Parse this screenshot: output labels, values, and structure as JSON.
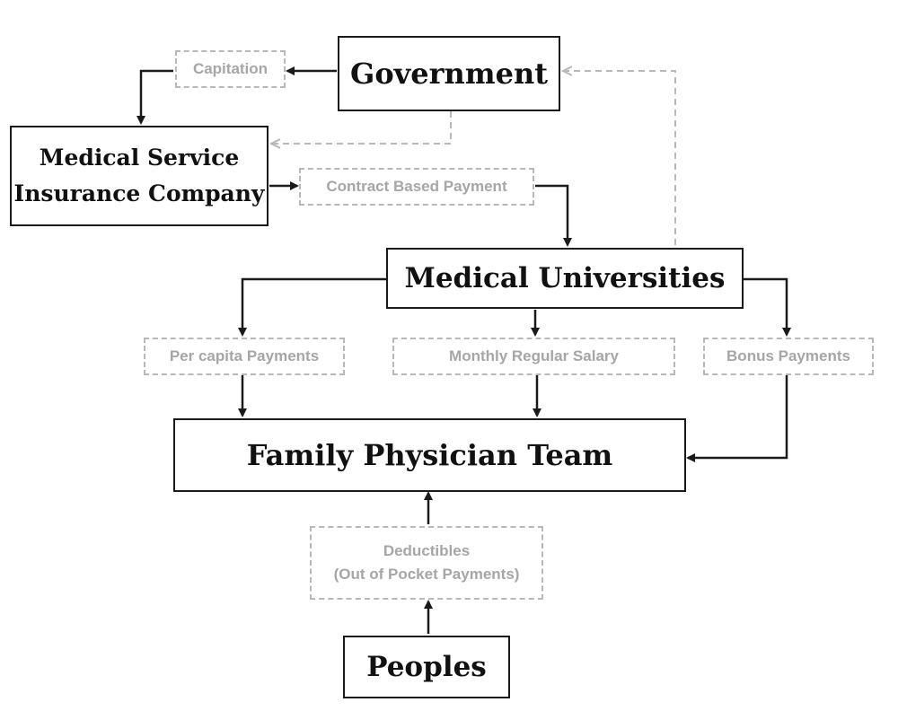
{
  "nodes": {
    "government": "Government",
    "insurance": "Medical Service\nInsurance  Company",
    "universities": "Medical Universities",
    "family_team": "Family Physician Team",
    "peoples": "Peoples"
  },
  "payments": {
    "capitation": "Capitation",
    "contract_based": "Contract Based Payment",
    "per_capita": "Per capita Payments",
    "monthly_salary": "Monthly Regular Salary",
    "bonus": "Bonus Payments",
    "deductibles": "Deductibles\n(Out of Pocket Payments)"
  },
  "colors": {
    "solid_arrow": "#1a1a1a",
    "dashed_arrow": "#b8b8b8",
    "payment_text": "#a6a6a6"
  }
}
